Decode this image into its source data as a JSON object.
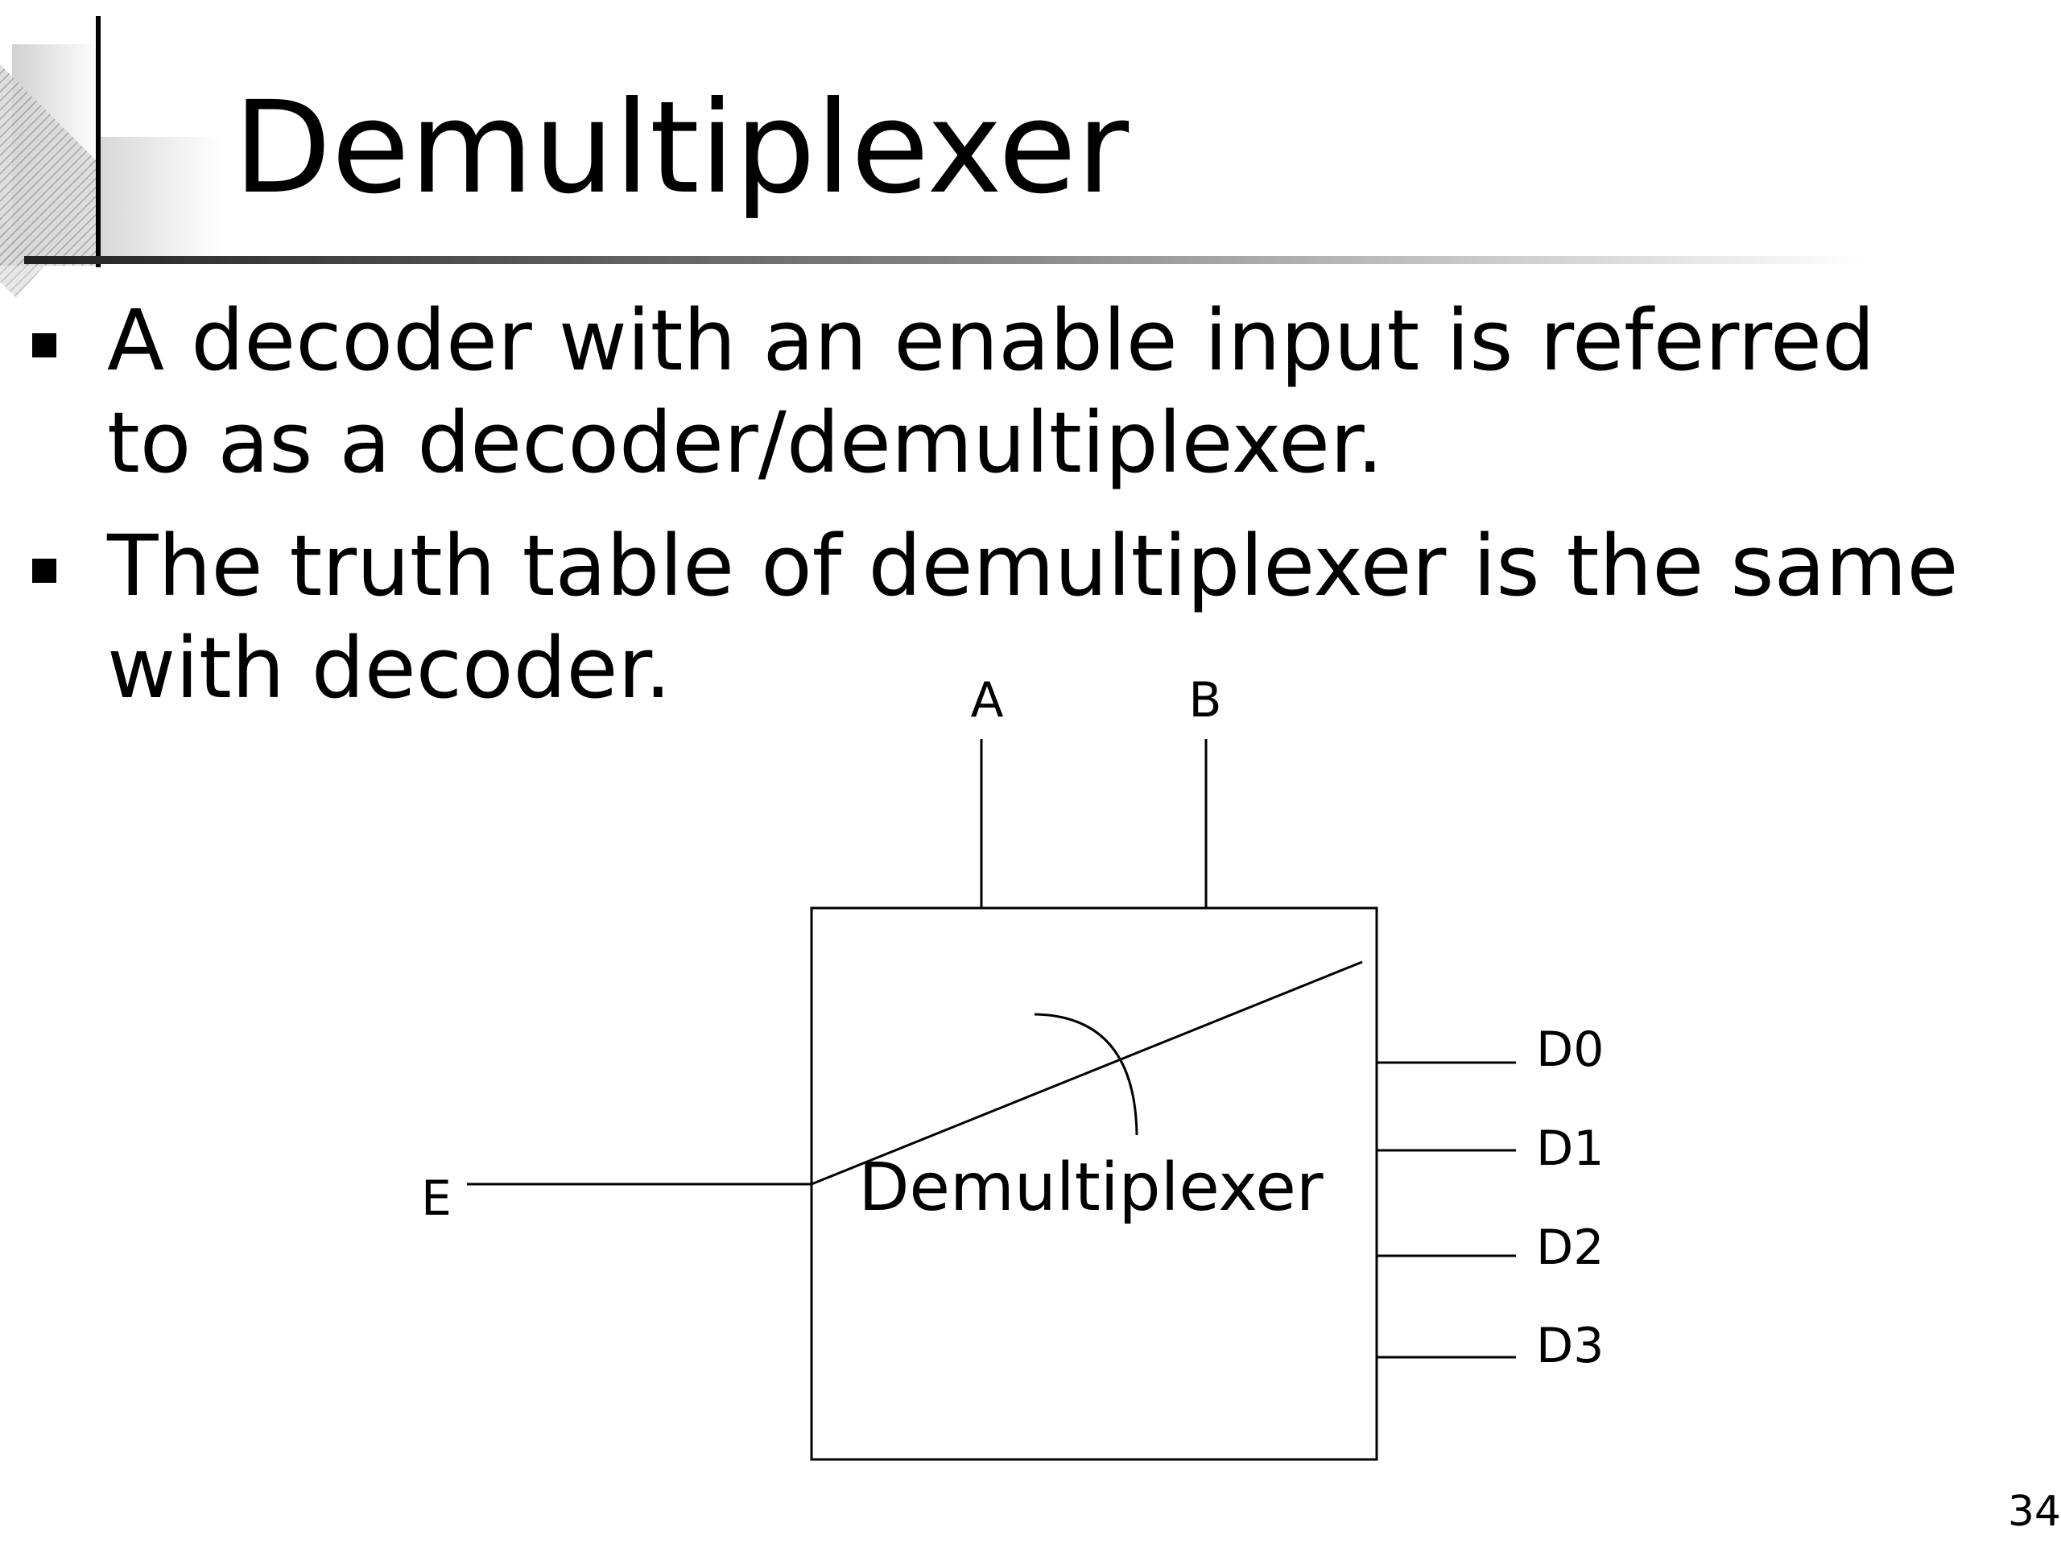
{
  "slide": {
    "title": "Demultiplexer",
    "bullets": [
      "A decoder with an enable input is referred to as a decoder/demultiplexer.",
      "The truth table of demultiplexer is the same with decoder."
    ],
    "page_number": "34"
  },
  "diagram": {
    "block_label": "Demultiplexer",
    "input_enable": "E",
    "select_inputs": [
      "A",
      "B"
    ],
    "outputs": [
      "D0",
      "D1",
      "D2",
      "D3"
    ]
  }
}
